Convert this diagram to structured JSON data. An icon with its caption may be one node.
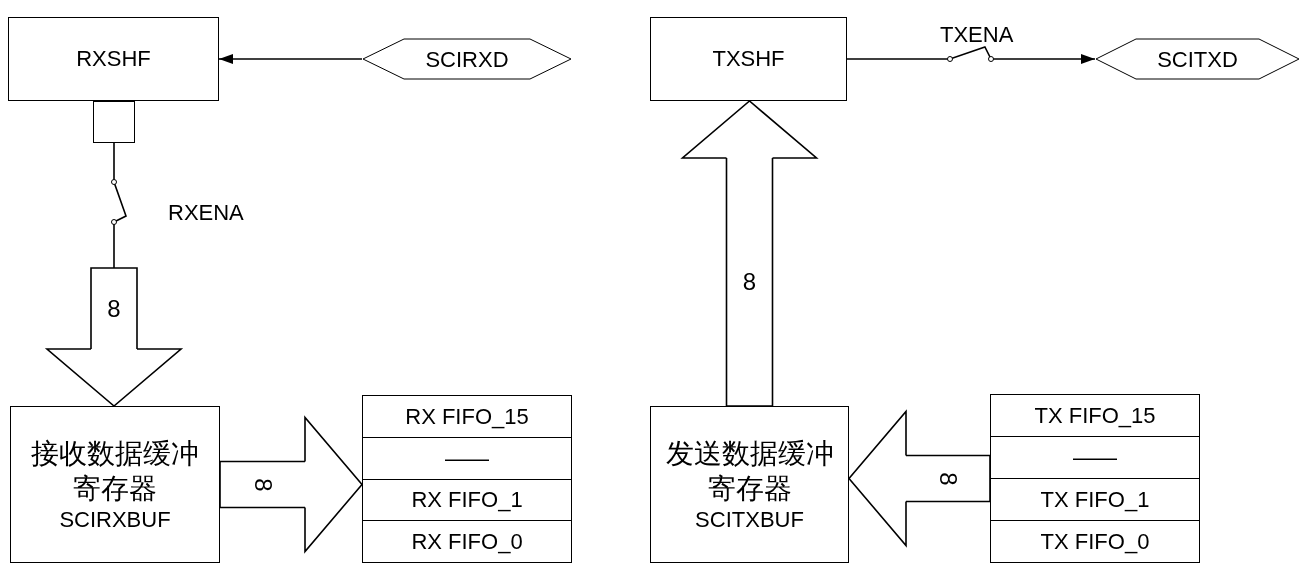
{
  "diagram": {
    "nodes": [
      {
        "text": [
          "RXSHF"
        ]
      },
      {
        "text": [
          "SCIRXD"
        ]
      },
      {
        "text": [],
        "shape": "box"
      },
      {
        "text": [
          "接收数据缓冲寄存器",
          "SCIRXBUF"
        ]
      },
      {
        "text": [],
        "shape": "box"
      },
      {
        "text": [
          "RX FIFO_15"
        ],
        "in": 4
      },
      {
        "text": [
          "——"
        ],
        "in": 4
      },
      {
        "text": [
          "RX FIFO_1"
        ],
        "in": 4
      },
      {
        "text": [
          "RX FIFO_0"
        ],
        "in": 4
      },
      {
        "text": [
          "TXSHF"
        ]
      },
      {
        "text": [
          "SCITXD"
        ]
      },
      {
        "text": [
          "发送数据缓冲寄存器",
          "SCITXBUF"
        ]
      },
      {
        "text": [],
        "shape": "box"
      },
      {
        "text": [
          "TX FIFO_15"
        ],
        "in": 12
      },
      {
        "text": [
          "——"
        ],
        "in": 12
      },
      {
        "text": [
          "TX FIFO_1"
        ],
        "in": 12
      },
      {
        "text": [
          "TX FIFO_0"
        ],
        "in": 12
      }
    ],
    "edges": [
      {
        "from": 1,
        "to": 0,
        "arrow": "to"
      },
      {
        "from": 2,
        "to": 3,
        "arrow": "to",
        "label": "8"
      },
      {
        "from": 3,
        "to": 4,
        "arrow": "to",
        "label": "8"
      },
      {
        "from": 12,
        "to": 11,
        "arrow": "to",
        "label": "8"
      },
      {
        "from": 11,
        "to": 9,
        "arrow": "to",
        "label": "8"
      },
      {
        "from": 9,
        "to": 10,
        "arrow": "to"
      }
    ],
    "labels": [
      "RXENA",
      "TXENA"
    ]
  }
}
